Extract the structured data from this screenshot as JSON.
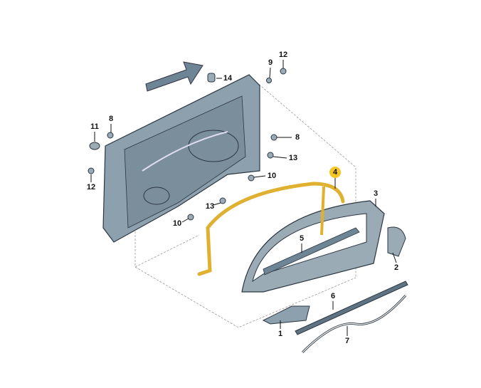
{
  "diagram": {
    "highlight_color": "#f3c623",
    "part_color": "#8a9ba8",
    "highlighted_part_color": "#e0b030",
    "callouts": [
      {
        "id": "c12a",
        "text": "12"
      },
      {
        "id": "c9",
        "text": "9"
      },
      {
        "id": "c14",
        "text": "14"
      },
      {
        "id": "c8a",
        "text": "8"
      },
      {
        "id": "c11",
        "text": "11"
      },
      {
        "id": "c8b",
        "text": "8"
      },
      {
        "id": "c13a",
        "text": "13"
      },
      {
        "id": "c10a",
        "text": "10"
      },
      {
        "id": "c12b",
        "text": "12"
      },
      {
        "id": "c13b",
        "text": "13"
      },
      {
        "id": "c10b",
        "text": "10"
      },
      {
        "id": "c4",
        "text": "4",
        "highlighted": true
      },
      {
        "id": "c3",
        "text": "3"
      },
      {
        "id": "c5",
        "text": "5"
      },
      {
        "id": "c2",
        "text": "2"
      },
      {
        "id": "c6",
        "text": "6"
      },
      {
        "id": "c1",
        "text": "1"
      },
      {
        "id": "c7",
        "text": "7"
      }
    ]
  }
}
